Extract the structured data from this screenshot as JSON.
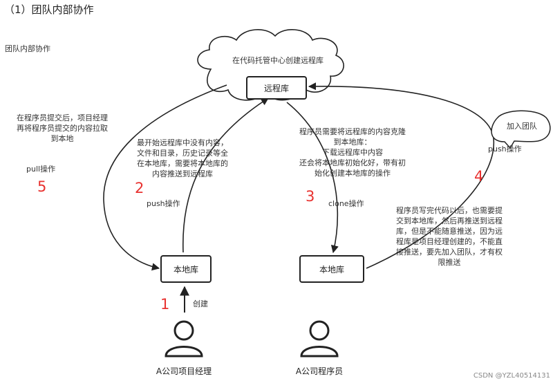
{
  "heading": "（1）团队内部协作",
  "subheading": "团队内部协作",
  "cloud_label": "在代码托管中心创建远程库",
  "remote_repo": "远程库",
  "local_repo_left": "本地库",
  "local_repo_right": "本地库",
  "join_team_bubble": "加入团队",
  "notes": {
    "pull_explain": [
      "在程序员提交后，项目经理",
      "再将程序员提交的内容拉取",
      "到本地"
    ],
    "push_explain": [
      "最开始远程库中没有内容，",
      "文件和目录，历史记录等全",
      "在本地库，需要将本地库的",
      "内容推送到远程库"
    ],
    "clone_explain": [
      "程序员需要将远程库的内容克隆",
      "到本地库：",
      "下载远程库中内容",
      "还会将本地库初始化好，带有初",
      "始化创建本地库的操作"
    ],
    "permission_explain": [
      "程序员写完代码以后，也需要提",
      "交到本地库，然后再推送到远程",
      "库，但是不能随意推送，因为远",
      "程库是项目经理创建的，不能直",
      "接推送，要先加入团队，才有权",
      "限推送"
    ]
  },
  "op_labels": {
    "pull": "pull操作",
    "push_left": "push操作",
    "clone": "clone操作",
    "push_right": "push操作",
    "create": "创建"
  },
  "steps": {
    "s1": "1",
    "s2": "2",
    "s3": "3",
    "s4": "4",
    "s5": "5"
  },
  "people": {
    "manager": "A公司项目经理",
    "programmer": "A公司程序员"
  },
  "watermark": "CSDN @YZL40514131",
  "colors": {
    "step_red": "#e8312f",
    "stroke": "#222222"
  }
}
